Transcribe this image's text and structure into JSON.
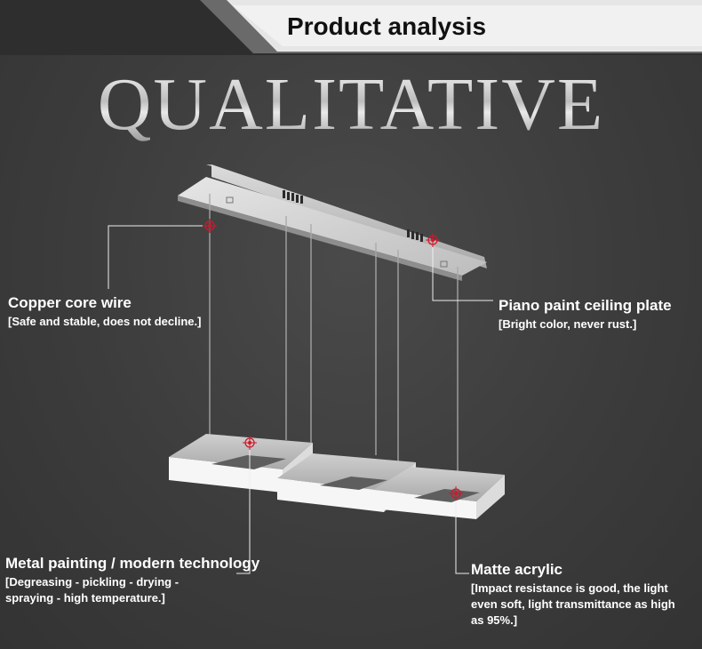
{
  "header": {
    "title": "Product analysis"
  },
  "hero": {
    "word": "QUALITATIVE"
  },
  "callouts": {
    "wire": {
      "title": "Copper core wire",
      "detail": "[Safe and stable, does not decline.]"
    },
    "plate": {
      "title": "Piano paint ceiling plate",
      "detail": "[Bright color, never rust.]"
    },
    "metal": {
      "title": "Metal painting / modern technology",
      "detail_1": "[Degreasing - pickling - drying -",
      "detail_2": "spraying - high temperature.]"
    },
    "acrylic": {
      "title": "Matte acrylic",
      "detail_1": "[Impact resistance is good, the light",
      "detail_2": "even soft, light transmittance as high",
      "detail_3": "as 95%.]"
    }
  },
  "colors": {
    "background": "#3d3d3d",
    "banner": "#e8e8e8",
    "marker": "#d0182a",
    "text": "#ffffff"
  }
}
